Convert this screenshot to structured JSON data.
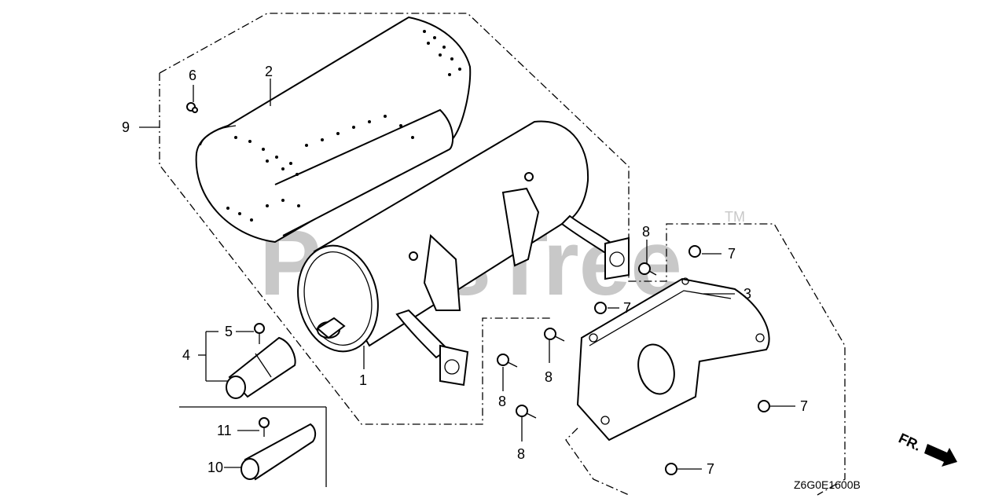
{
  "callouts": {
    "c1": "1",
    "c2": "2",
    "c3": "3",
    "c4": "4",
    "c5": "5",
    "c6": "6",
    "c7a": "7",
    "c7b": "7",
    "c7c": "7",
    "c7d": "7",
    "c8a": "8",
    "c8b": "8",
    "c8c": "8",
    "c8d": "8",
    "c9": "9",
    "c10": "10",
    "c11": "11"
  },
  "watermark": {
    "brand": "PartsTree",
    "trademark": "TM"
  },
  "front_marker": "FR.",
  "diagram_code": "Z6G0E1600B",
  "colors": {
    "line": "#000000",
    "watermark": "#c8c8c8",
    "background": "#ffffff"
  }
}
